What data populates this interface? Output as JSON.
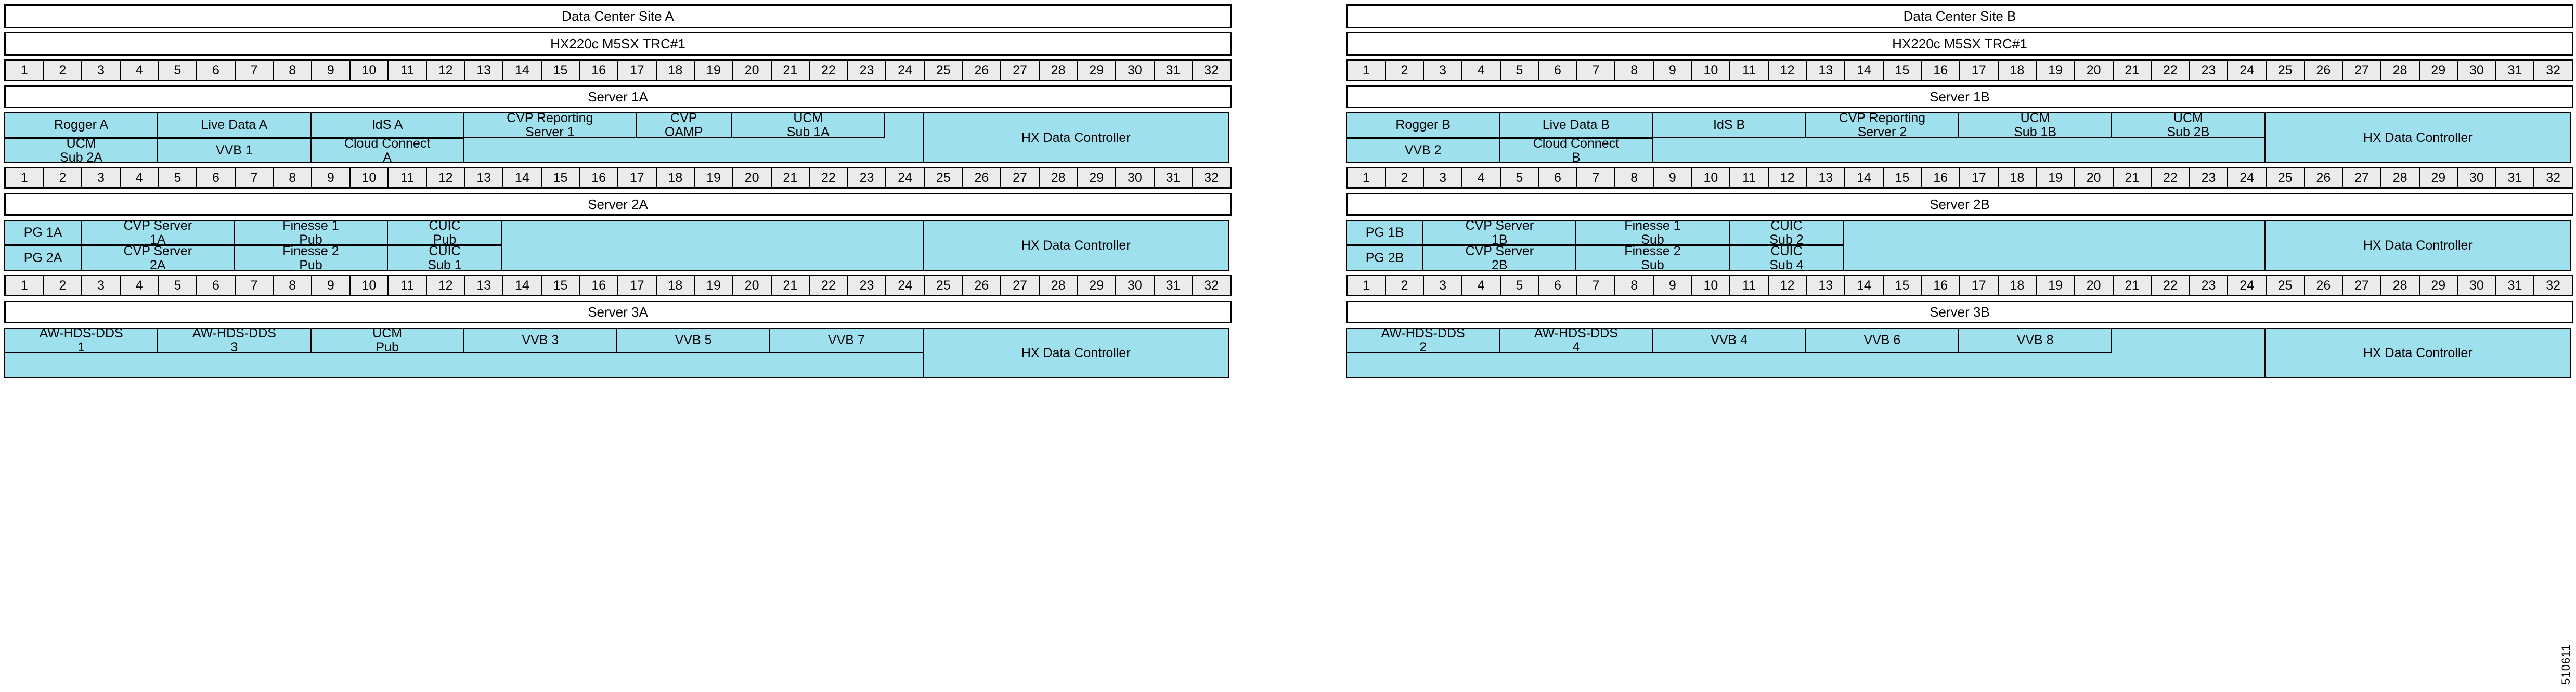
{
  "figure_id": "510611",
  "colors": {
    "component": "#9fe0ee",
    "ruler": "#ebebeb",
    "border": "#000000",
    "background": "#ffffff"
  },
  "ruler_units": [
    "1",
    "2",
    "3",
    "4",
    "5",
    "6",
    "7",
    "8",
    "9",
    "10",
    "11",
    "12",
    "13",
    "14",
    "15",
    "16",
    "17",
    "18",
    "19",
    "20",
    "21",
    "22",
    "23",
    "24",
    "25",
    "26",
    "27",
    "28",
    "29",
    "30",
    "31",
    "32"
  ],
  "sites": [
    {
      "title": "Data Center Site A",
      "model": "HX220c M5SX  TRC#1",
      "hx_label": "HX Data Controller",
      "servers": [
        {
          "name": "Server 1A",
          "row1": [
            {
              "lines": [
                "Rogger A"
              ],
              "units": 4
            },
            {
              "lines": [
                "Live Data A"
              ],
              "units": 4
            },
            {
              "lines": [
                "IdS A"
              ],
              "units": 4
            },
            {
              "lines": [
                "CVP Reporting",
                "Server 1"
              ],
              "units": 4.5
            },
            {
              "lines": [
                "CVP",
                "OAMP"
              ],
              "units": 2.5
            },
            {
              "lines": [
                "UCM",
                "Sub 1A"
              ],
              "units": 4
            }
          ],
          "row2": [
            {
              "lines": [
                "UCM",
                "Sub 2A"
              ],
              "units": 4
            },
            {
              "lines": [
                "VVB 1"
              ],
              "units": 4
            },
            {
              "lines": [
                "Cloud Connect",
                "A"
              ],
              "units": 4
            }
          ]
        },
        {
          "name": "Server 2A",
          "row1": [
            {
              "lines": [
                "PG 1A"
              ],
              "units": 2
            },
            {
              "lines": [
                "CVP Server",
                "1A"
              ],
              "units": 4
            },
            {
              "lines": [
                "Finesse 1",
                "Pub"
              ],
              "units": 4
            },
            {
              "lines": [
                "CUIC",
                "Pub"
              ],
              "units": 3
            }
          ],
          "row2": [
            {
              "lines": [
                "PG 2A"
              ],
              "units": 2
            },
            {
              "lines": [
                "CVP Server",
                "2A"
              ],
              "units": 4
            },
            {
              "lines": [
                "Finesse 2",
                "Pub"
              ],
              "units": 4
            },
            {
              "lines": [
                "CUIC",
                "Sub 1"
              ],
              "units": 3
            }
          ]
        },
        {
          "name": "Server 3A",
          "row1": [
            {
              "lines": [
                "AW-HDS-DDS",
                "1"
              ],
              "units": 4
            },
            {
              "lines": [
                "AW-HDS-DDS",
                "3"
              ],
              "units": 4
            },
            {
              "lines": [
                "UCM",
                "Pub"
              ],
              "units": 4
            },
            {
              "lines": [
                "VVB 3"
              ],
              "units": 4
            },
            {
              "lines": [
                "VVB 5"
              ],
              "units": 4
            },
            {
              "lines": [
                "VVB 7"
              ],
              "units": 4
            }
          ],
          "row2": []
        }
      ]
    },
    {
      "title": "Data Center Site B",
      "model": "HX220c M5SX  TRC#1",
      "hx_label": "HX Data Controller",
      "servers": [
        {
          "name": "Server 1B",
          "row1": [
            {
              "lines": [
                "Rogger B"
              ],
              "units": 4
            },
            {
              "lines": [
                "Live Data B"
              ],
              "units": 4
            },
            {
              "lines": [
                "IdS B"
              ],
              "units": 4
            },
            {
              "lines": [
                "CVP Reporting",
                "Server 2"
              ],
              "units": 4
            },
            {
              "lines": [
                "UCM",
                "Sub 1B"
              ],
              "units": 4
            },
            {
              "lines": [
                "UCM",
                "Sub 2B"
              ],
              "units": 4
            }
          ],
          "row2": [
            {
              "lines": [
                "VVB 2"
              ],
              "units": 4
            },
            {
              "lines": [
                "Cloud Connect",
                "B"
              ],
              "units": 4
            }
          ]
        },
        {
          "name": "Server 2B",
          "row1": [
            {
              "lines": [
                "PG 1B"
              ],
              "units": 2
            },
            {
              "lines": [
                "CVP Server",
                "1B"
              ],
              "units": 4
            },
            {
              "lines": [
                "Finesse 1",
                "Sub"
              ],
              "units": 4
            },
            {
              "lines": [
                "CUIC",
                "Sub 2"
              ],
              "units": 3
            }
          ],
          "row2": [
            {
              "lines": [
                "PG 2B"
              ],
              "units": 2
            },
            {
              "lines": [
                "CVP Server",
                "2B"
              ],
              "units": 4
            },
            {
              "lines": [
                "Finesse 2",
                "Sub"
              ],
              "units": 4
            },
            {
              "lines": [
                "CUIC",
                "Sub 4"
              ],
              "units": 3
            }
          ]
        },
        {
          "name": "Server 3B",
          "row1": [
            {
              "lines": [
                "AW-HDS-DDS",
                "2"
              ],
              "units": 4
            },
            {
              "lines": [
                "AW-HDS-DDS",
                "4"
              ],
              "units": 4
            },
            {
              "lines": [
                "VVB 4"
              ],
              "units": 4
            },
            {
              "lines": [
                "VVB 6"
              ],
              "units": 4
            },
            {
              "lines": [
                "VVB 8"
              ],
              "units": 4
            }
          ],
          "row2": []
        }
      ]
    }
  ]
}
